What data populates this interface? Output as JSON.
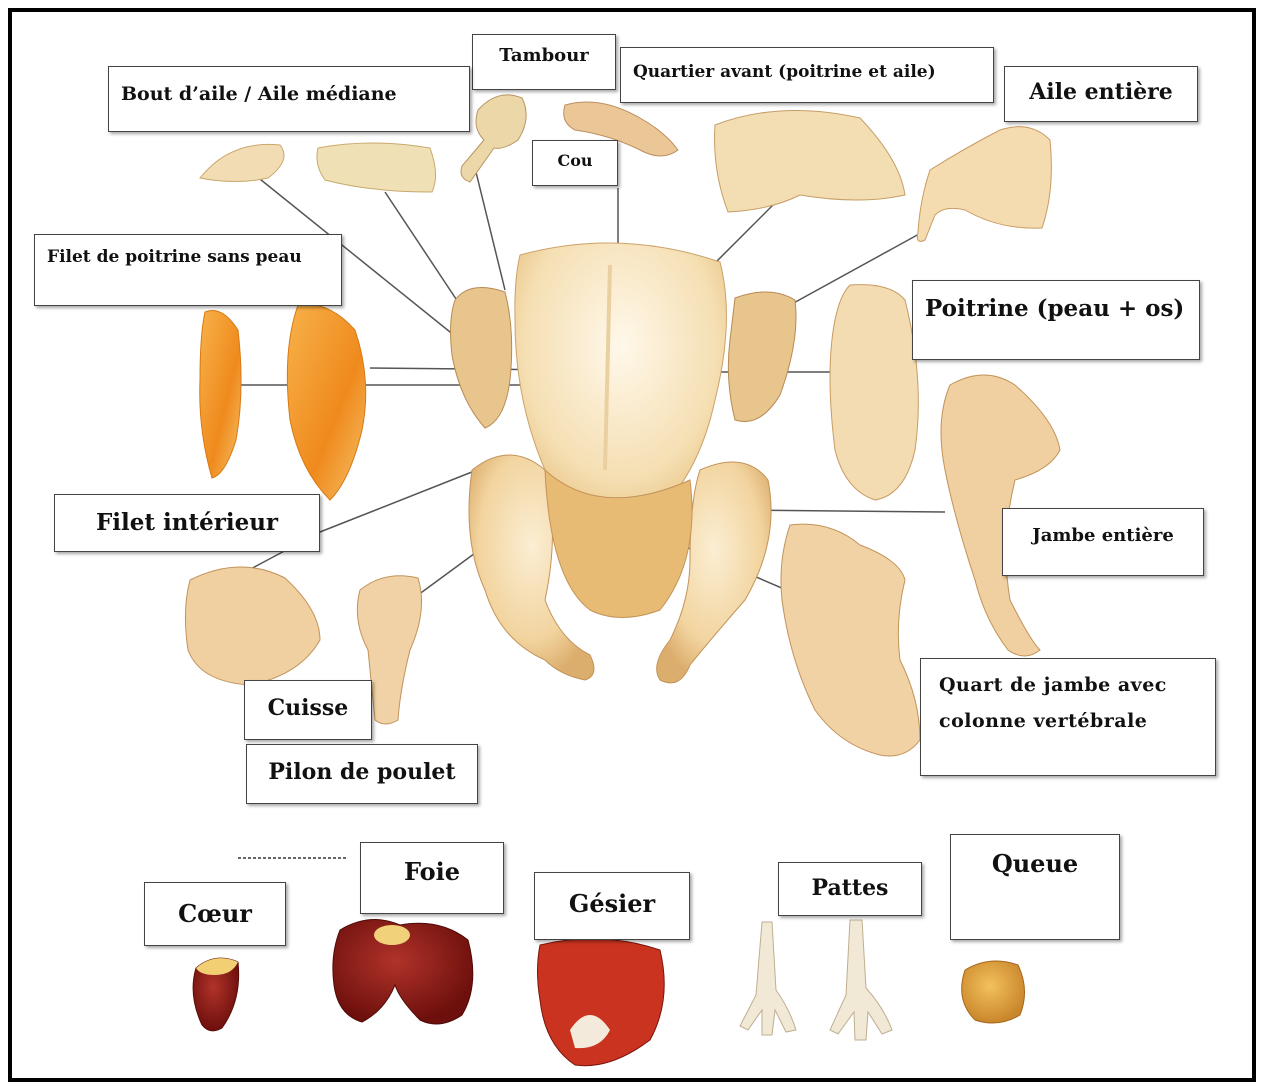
{
  "labels": {
    "tambour": "Tambour",
    "bout_aile": "Bout d’aile / Aile médiane",
    "quartier_avant": "Quartier avant (poitrine et aile)",
    "aile_entiere": "Aile entière",
    "cou": "Cou",
    "filet_poitrine": "Filet de poitrine sans peau",
    "poitrine": "Poitrine (peau + os)",
    "filet_interieur": "Filet intérieur",
    "jambe_entiere": "Jambe entière",
    "cuisse": "Cuisse",
    "pilon": "Pilon de poulet",
    "quart_jambe": "Quart de jambe avec colonne vertébrale",
    "coeur": "Cœur",
    "foie": "Foie",
    "gesier": "Gésier",
    "pattes": "Pattes",
    "queue": "Queue"
  },
  "colors": {
    "raw_chicken": "#f3d7a8",
    "skin_shadow": "#e2b57c",
    "breast_fillet": "#f39a2a",
    "liver": "#8e1a14",
    "heart": "#9c2418",
    "gizzard": "#c8301f",
    "feet": "#f1e9d9",
    "tail": "#e0a53e",
    "leader_line": "#555555"
  }
}
